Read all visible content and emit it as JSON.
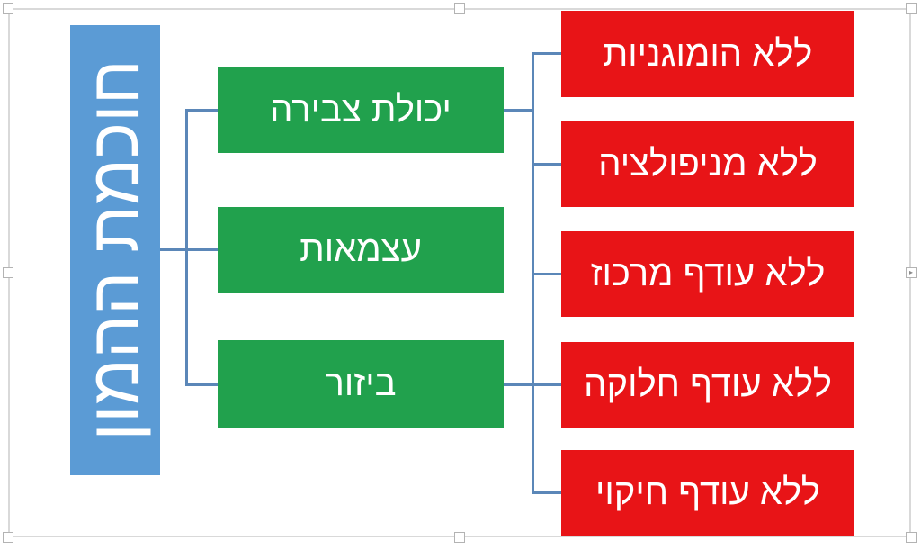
{
  "window": {
    "background": "#ffffff"
  },
  "selection": {
    "border_color": "#d9d9d9",
    "handle_fill": "#ffffff",
    "handle_border": "#b3b3b3"
  },
  "diagram": {
    "type": "hierarchy",
    "root": {
      "label": "חוכמת ההמון"
    },
    "branches": [
      {
        "label": "יכולת צבירה"
      },
      {
        "label": "עצמאות"
      },
      {
        "label": "ביזור"
      }
    ],
    "leaves": [
      {
        "label": "ללא הומוגניות"
      },
      {
        "label": "ללא מניפולציה"
      },
      {
        "label": "ללא עודף מרכוז"
      },
      {
        "label": "ללא עודף חלוקה"
      },
      {
        "label": "ללא עודף חיקוי"
      }
    ],
    "colors": {
      "page_bg": "#ffffff",
      "root_fill": "#5b9bd5",
      "branch_fill": "#21a14d",
      "leaf_fill": "#e81417",
      "connector": "#5b87b8",
      "text_color": "#ffffff",
      "sel_border": "#d9d9d9",
      "handle_fill": "#ffffff",
      "handle_border": "#b3b3b3"
    }
  }
}
